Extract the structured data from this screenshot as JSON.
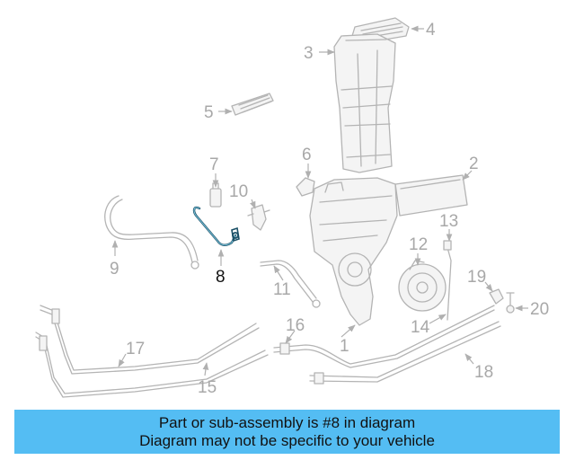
{
  "diagram": {
    "highlighted_part": "8",
    "colors": {
      "highlight": "#1a4f66",
      "parts": "#b4b4b4",
      "labels": "#a8a8a8",
      "banner": "#54bdf3"
    },
    "callouts": {
      "c1": "1",
      "c2": "2",
      "c3": "3",
      "c4": "4",
      "c5": "5",
      "c6": "6",
      "c7": "7",
      "c8": "8",
      "c9": "9",
      "c10": "10",
      "c11": "11",
      "c12": "12",
      "c13": "13",
      "c14": "14",
      "c15": "15",
      "c16": "16",
      "c17": "17",
      "c18": "18",
      "c19": "19",
      "c20": "20"
    }
  },
  "banner": {
    "line1": "Part or sub-assembly is #8 in diagram",
    "line2": "Diagram may not be specific to your vehicle"
  }
}
